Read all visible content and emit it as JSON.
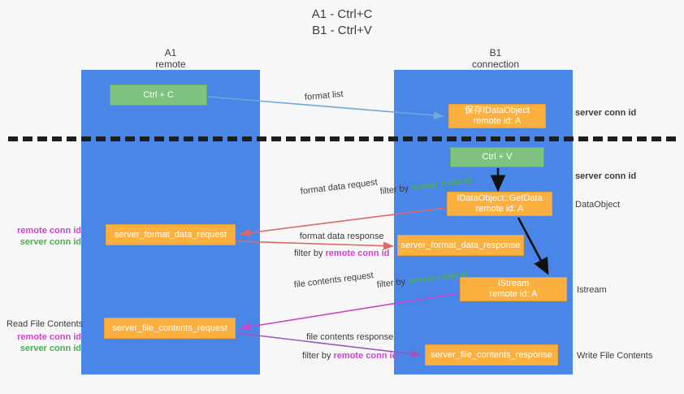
{
  "title": {
    "line1": "A1 - Ctrl+C",
    "line2": "B1 - Ctrl+V"
  },
  "columns": [
    {
      "id": "a1",
      "name": "A1",
      "role": "remote"
    },
    {
      "id": "b1",
      "name": "B1",
      "role": "connection"
    }
  ],
  "colors": {
    "lane": "#4a86e8",
    "green_node": "#7ec37f",
    "orange_node": "#fbb040",
    "server_conn_id": "#4cae50",
    "remote_conn_id": "#cc44cc",
    "arrow_blue": "#6fa8dc",
    "arrow_red": "#e06666",
    "arrow_magenta": "#cc44cc",
    "arrow_purple": "#9b59b6",
    "arrow_black": "#1d1d1d",
    "background": "#f7f7f7"
  },
  "nodes": {
    "ctrl_c": {
      "label": "Ctrl + C",
      "kind": "green"
    },
    "save_idataobject": {
      "label": "保存IDataObject",
      "sub": "remote id: A",
      "kind": "orange"
    },
    "ctrl_v": {
      "label": "Ctrl + V",
      "kind": "green"
    },
    "getdata": {
      "label": "IDataObject::GetData",
      "sub": "remote id: A",
      "kind": "orange"
    },
    "format_data_request": {
      "label": "server_format_data_request",
      "kind": "orange"
    },
    "format_data_response": {
      "label": "server_format_data_response",
      "kind": "orange"
    },
    "istream": {
      "label": "IStream",
      "sub": "remote id: A",
      "kind": "orange"
    },
    "file_contents_request": {
      "label": "server_file_contents_request",
      "kind": "orange"
    },
    "file_contents_response": {
      "label": "server_file_contents_response",
      "kind": "orange"
    }
  },
  "edge_labels": {
    "format_list": "format list",
    "format_data_request": "format data request",
    "format_data_response": "format data response",
    "file_contents_request": "file contents request",
    "file_contents_response": "file contents response",
    "filter_by": "filter by",
    "server_conn_id": "server conn id",
    "remote_conn_id": "remote conn id"
  },
  "side_labels": {
    "server_conn_id_top": "server conn id",
    "server_conn_id_mid": "server conn id",
    "dataobject": "DataObject",
    "istream": "Istream",
    "write_file_contents": "Write File Contents",
    "read_file_contents": "Read File Contents",
    "remote_conn_id": "remote conn id",
    "server_conn_id": "server conn id"
  }
}
